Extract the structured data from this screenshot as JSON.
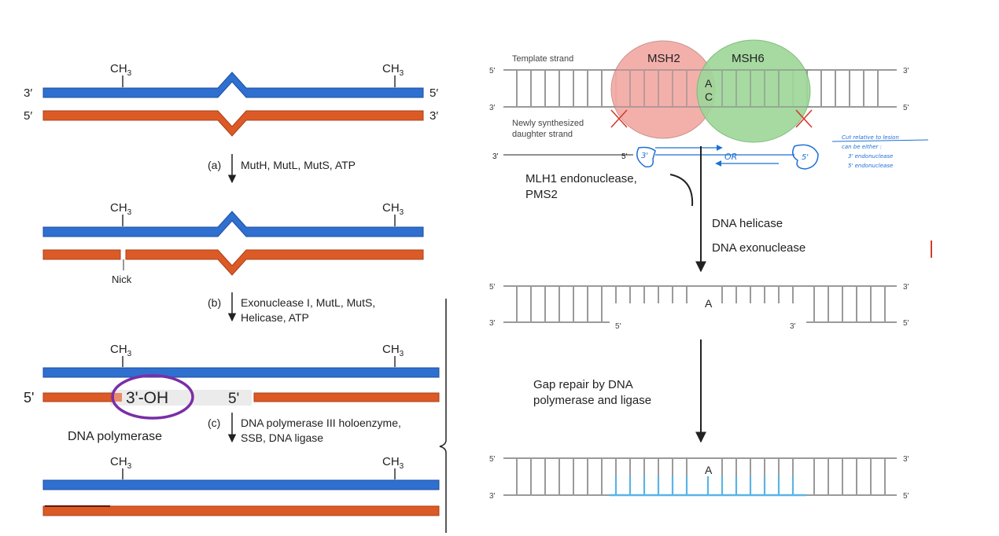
{
  "left": {
    "methyl": "CH3",
    "methyl_base": "CH",
    "methyl_sub": "3",
    "end_3": "3′",
    "end_5": "5′",
    "step_a": "(a)",
    "step_a_text": "MutH, MutL, MutS, ATP",
    "nick": "Nick",
    "step_b": "(b)",
    "step_b_line1": "Exonuclease I, MutL, MutS,",
    "step_b_line2": "Helicase, ATP",
    "five_prime_big": "5'",
    "oh_label": "3'-OH",
    "five_prime_gap": "5'",
    "polymerase": "DNA polymerase",
    "step_c": "(c)",
    "step_c_line1": "DNA polymerase III holoenzyme,",
    "step_c_line2": "SSB, DNA ligase"
  },
  "right": {
    "template_strand": "Template strand",
    "msh2": "MSH2",
    "msh6": "MSH6",
    "base_a": "A",
    "base_c": "C",
    "newly_line1": "Newly synthesized",
    "newly_line2": "daughter strand",
    "end_5": "5'",
    "end_3": "3'",
    "mlh1_line1": "MLH1 endonuclease,",
    "mlh1_line2": "PMS2",
    "helicase": "DNA helicase",
    "exonuclease": "DNA exonuclease",
    "gap_repair_line1": "Gap repair by DNA",
    "gap_repair_line2": "polymerase and ligase",
    "hand_or": "OR",
    "hand_3": "3'",
    "hand_5": "5'",
    "hand_note1": "Cut relative to lesion",
    "hand_note2": "can be either :",
    "hand_note3": "3' endonuclease",
    "hand_note4": "5' endonuclease"
  },
  "colors": {
    "blue_strand": "#2f6fd0",
    "orange_strand": "#dc5a26",
    "msh2_fill": "#f2aaa4",
    "msh6_fill": "#9fd79a",
    "annotation_purple": "#7a2ea6",
    "annotation_blue": "#1e6fd6",
    "repair_blue": "#5ab4e6",
    "cross_red": "#d63a2f"
  }
}
